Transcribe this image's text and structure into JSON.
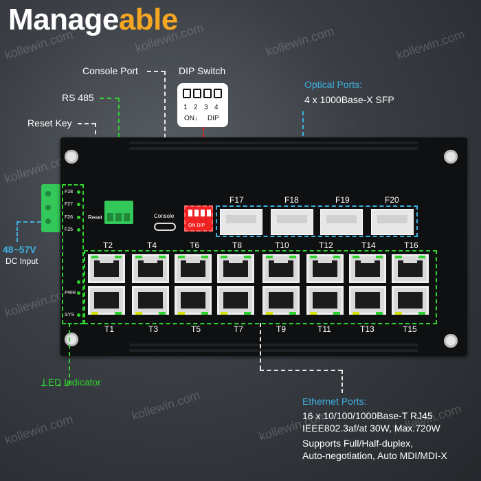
{
  "title": {
    "part1": "Manage",
    "part2": "able"
  },
  "watermark": "kollewin.com",
  "labels": {
    "console_port": "Console Port",
    "dip_switch": "DIP Switch",
    "rs485": "RS 485",
    "reset_key": "Reset Key",
    "dc_voltage": "48~57V",
    "dc_input": "DC Input",
    "led_indicator": "LED Indicator"
  },
  "dip": {
    "numbers": [
      "1",
      "2",
      "3",
      "4"
    ],
    "on_label": "ON↓",
    "dip_label": "DIP",
    "device_label": "ON DIP"
  },
  "optical": {
    "heading": "Optical Ports:",
    "desc": "4 x 1000Base-X SFP"
  },
  "ethernet": {
    "heading": "Ethernet Ports:",
    "lines": [
      "16 x 10/100/1000Base-T RJ45",
      "IEEE802.3af/at 30W, Max.720W",
      "Supports Full/Half-duplex,",
      "Auto-negotiation, Auto MDI/MDI-X"
    ]
  },
  "device": {
    "reset_label": "Reset",
    "console_label": "Console",
    "led_labels": [
      "F28",
      "F27",
      "F26",
      "F25",
      "PWR",
      "SYS"
    ],
    "sfp_ports": [
      "F17",
      "F18",
      "F19",
      "F20"
    ],
    "top_ports": [
      "T2",
      "T4",
      "T6",
      "T8",
      "T10",
      "T12",
      "T14",
      "T16"
    ],
    "bottom_ports": [
      "T1",
      "T3",
      "T5",
      "T7",
      "T9",
      "T11",
      "T13",
      "T15"
    ]
  },
  "colors": {
    "accent": "#f5a623",
    "optical": "#3fb0e0",
    "led": "#2fd12f",
    "dip": "#e22222"
  }
}
